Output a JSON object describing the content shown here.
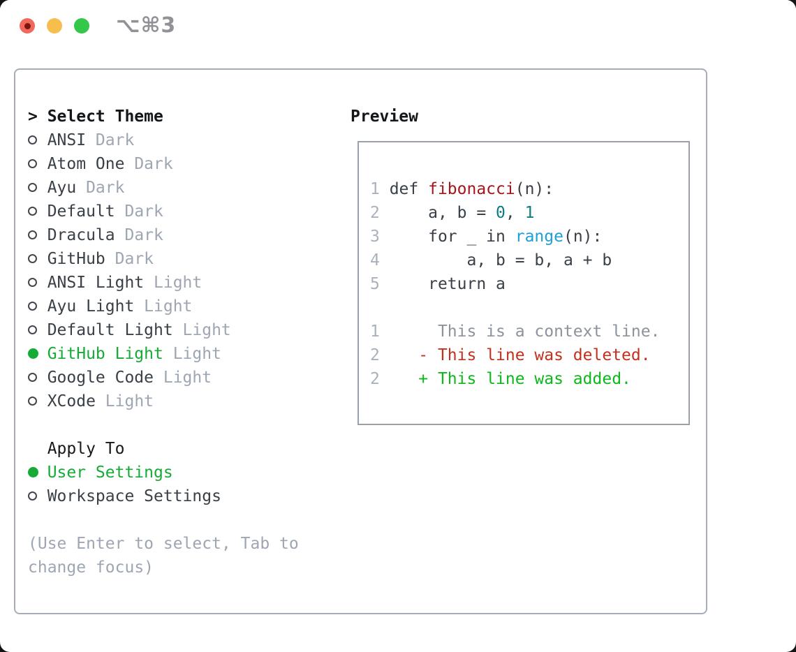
{
  "window": {
    "title": "⌥⌘3"
  },
  "theme_picker": {
    "heading_prefix": ">",
    "heading": "Select Theme",
    "items": [
      {
        "name": "ANSI",
        "tag": "Dark",
        "selected": false
      },
      {
        "name": "Atom One",
        "tag": "Dark",
        "selected": false
      },
      {
        "name": "Ayu",
        "tag": "Dark",
        "selected": false
      },
      {
        "name": "Default",
        "tag": "Dark",
        "selected": false
      },
      {
        "name": "Dracula",
        "tag": "Dark",
        "selected": false
      },
      {
        "name": "GitHub",
        "tag": "Dark",
        "selected": false
      },
      {
        "name": "ANSI Light",
        "tag": "Light",
        "selected": false
      },
      {
        "name": "Ayu Light",
        "tag": "Light",
        "selected": false
      },
      {
        "name": "Default Light",
        "tag": "Light",
        "selected": false
      },
      {
        "name": "GitHub Light",
        "tag": "Light",
        "selected": true
      },
      {
        "name": "Google Code",
        "tag": "Light",
        "selected": false
      },
      {
        "name": "XCode",
        "tag": "Light",
        "selected": false
      }
    ],
    "apply_heading": "Apply To",
    "apply_options": [
      {
        "name": "User Settings",
        "selected": true
      },
      {
        "name": "Workspace Settings",
        "selected": false
      }
    ],
    "help_lines": [
      "(Use Enter to select, Tab to",
      "change focus)"
    ]
  },
  "preview": {
    "heading": "Preview",
    "lines": [
      {
        "kind": "code",
        "tokens": [
          {
            "t": "1 ",
            "c": "ln"
          },
          {
            "t": "def ",
            "c": "d"
          },
          {
            "t": "fibonacci",
            "c": "fn"
          },
          {
            "t": "(n):",
            "c": "d"
          }
        ]
      },
      {
        "kind": "code",
        "tokens": [
          {
            "t": "2 ",
            "c": "ln"
          },
          {
            "t": "    a, b = ",
            "c": "d"
          },
          {
            "t": "0",
            "c": "num"
          },
          {
            "t": ", ",
            "c": "d"
          },
          {
            "t": "1",
            "c": "num"
          }
        ]
      },
      {
        "kind": "code",
        "tokens": [
          {
            "t": "3 ",
            "c": "ln"
          },
          {
            "t": "    for _ in ",
            "c": "d"
          },
          {
            "t": "range",
            "c": "bi"
          },
          {
            "t": "(n):",
            "c": "d"
          }
        ]
      },
      {
        "kind": "code",
        "tokens": [
          {
            "t": "4 ",
            "c": "ln"
          },
          {
            "t": "        a, b = b, a + b",
            "c": "d"
          }
        ]
      },
      {
        "kind": "code",
        "tokens": [
          {
            "t": "5 ",
            "c": "ln"
          },
          {
            "t": "    return a",
            "c": "d"
          }
        ]
      },
      {
        "kind": "blank",
        "tokens": []
      },
      {
        "kind": "diff-context",
        "tokens": [
          {
            "t": "1 ",
            "c": "ln"
          },
          {
            "t": "     This is a context line.",
            "c": "ctx"
          }
        ]
      },
      {
        "kind": "diff-deleted",
        "tokens": [
          {
            "t": "2 ",
            "c": "ln"
          },
          {
            "t": "   ",
            "c": "d"
          },
          {
            "t": "- This line was deleted.",
            "c": "del"
          }
        ]
      },
      {
        "kind": "diff-added",
        "tokens": [
          {
            "t": "2 ",
            "c": "ln"
          },
          {
            "t": "   ",
            "c": "d"
          },
          {
            "t": "+ This line was added.",
            "c": "add"
          }
        ]
      }
    ]
  },
  "colors": {
    "selection_green": "#16ab36",
    "added_green": "#0cb81a",
    "deleted_red": "#c4301d",
    "function_red": "#a4161a",
    "number_teal": "#0c7d80",
    "builtin_blue": "#1e9fd6",
    "tag_gray": "#9da6b2",
    "line_number_gray": "#a8b1bc",
    "context_gray": "#8c939c",
    "text_dark": "#3a4047",
    "panel_border": "#a6adb7",
    "preview_border": "#9aa1ab",
    "traffic_red": "#f1695e",
    "traffic_red_dot": "#7e150b",
    "traffic_yellow": "#f6be4d",
    "traffic_green": "#34c748",
    "title_gray": "#919297"
  }
}
